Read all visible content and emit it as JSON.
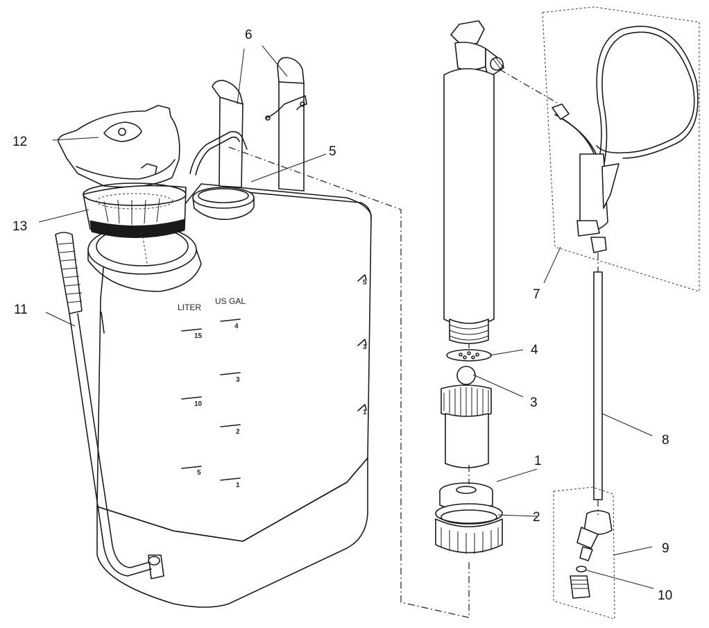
{
  "scale": {
    "liter_header": "LITER",
    "gal_header": "US GAL",
    "liter_marks": [
      "15",
      "10",
      "5"
    ],
    "gal_marks": [
      "4",
      "3",
      "2",
      "1"
    ],
    "side_marks": [
      "5",
      "3",
      "1"
    ]
  },
  "callouts": [
    "1",
    "2",
    "3",
    "4",
    "5",
    "6",
    "7",
    "8",
    "9",
    "10",
    "11",
    "12",
    "13"
  ]
}
